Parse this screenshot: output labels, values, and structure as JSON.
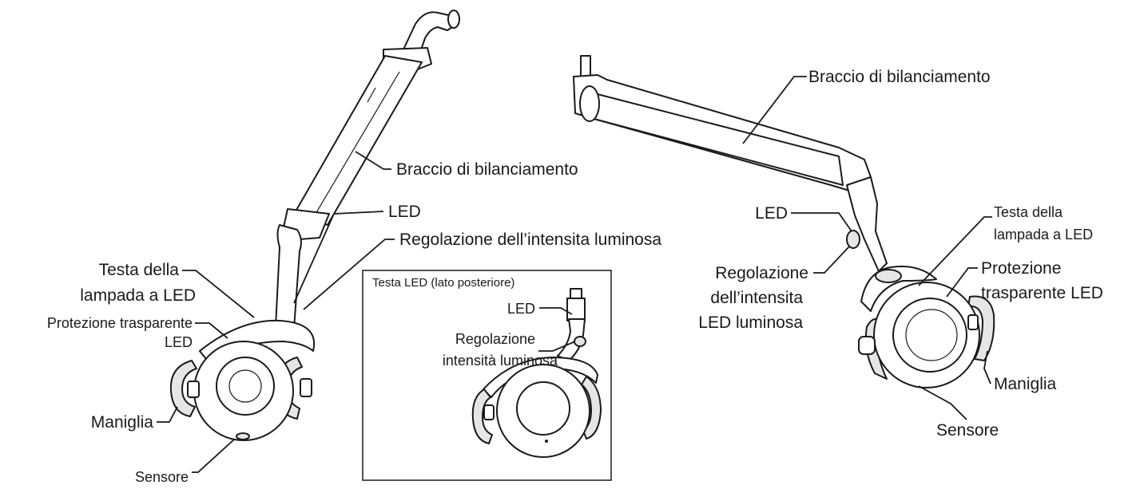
{
  "left_figure": {
    "arm_label": "Braccio di bilanciamento",
    "led_label": "LED",
    "intensity_label": "Regolazione dell’intensita luminosa",
    "head_label_line1": "Testa della",
    "head_label_line2": "lampada a LED",
    "shield_label_line1": "Protezione trasparente",
    "shield_label_line2": "LED",
    "handle_label": "Maniglia",
    "sensor_label": "Sensore"
  },
  "inset": {
    "title": "Testa LED (lato posteriore)",
    "led_label": "LED",
    "intensity_label_line1": "Regolazione",
    "intensity_label_line2": "intensità luminosa"
  },
  "right_figure": {
    "arm_label": "Braccio di bilanciamento",
    "led_label": "LED",
    "intensity_label_line1": "Regolazione",
    "intensity_label_line2": "dell’intensita",
    "intensity_label_line3": "LED luminosa",
    "head_label_line1": "Testa della",
    "head_label_line2": "lampada a LED",
    "shield_label_line1": "Protezione",
    "shield_label_line2": "trasparente LED",
    "handle_label": "Maniglia",
    "sensor_label": "Sensore"
  }
}
